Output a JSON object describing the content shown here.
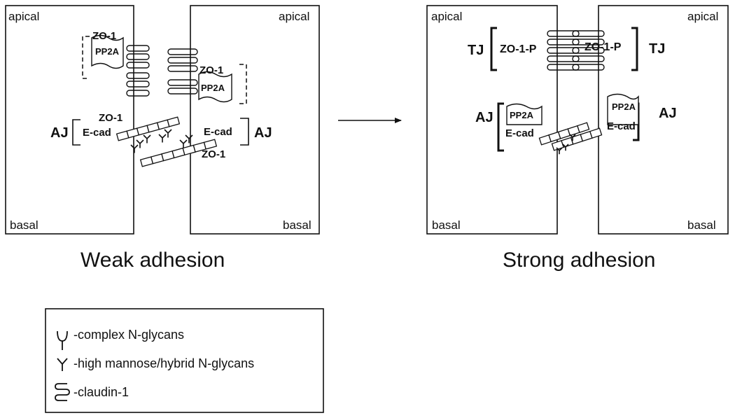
{
  "panels": {
    "weak": {
      "caption": "Weak adhesion",
      "cell_left": {
        "apical": "apical",
        "basal": "basal"
      },
      "cell_right": {
        "apical": "apical",
        "basal": "basal"
      },
      "left_zo1": "ZO-1",
      "left_pp2a": "PP2A",
      "right_zo1": "ZO-1",
      "right_pp2a": "PP2A",
      "left_ecad_zo1": "ZO-1",
      "left_ecad": "E-cad",
      "left_aj": "AJ",
      "right_ecad": "E-cad",
      "right_ecad_zo1": "ZO-1",
      "right_aj": "AJ"
    },
    "strong": {
      "caption": "Strong adhesion",
      "cell_left": {
        "apical": "apical",
        "basal": "basal"
      },
      "cell_right": {
        "apical": "apical",
        "basal": "basal"
      },
      "left_tj": "TJ",
      "left_zo1p": "ZO-1-P",
      "right_zo1p": "ZO-1-P",
      "right_tj": "TJ",
      "left_aj": "AJ",
      "left_pp2a": "PP2A",
      "left_ecad": "E-cad",
      "right_pp2a": "PP2A",
      "right_ecad": "E-cad",
      "right_aj": "AJ"
    }
  },
  "legend": {
    "items": [
      {
        "icon": "complex-n-glycan-icon",
        "text": "-complex N-glycans"
      },
      {
        "icon": "high-mannose-n-glycan-icon",
        "text": "-high mannose/hybrid N-glycans"
      },
      {
        "icon": "claudin-1-icon",
        "text": "-claudin-1"
      }
    ]
  }
}
